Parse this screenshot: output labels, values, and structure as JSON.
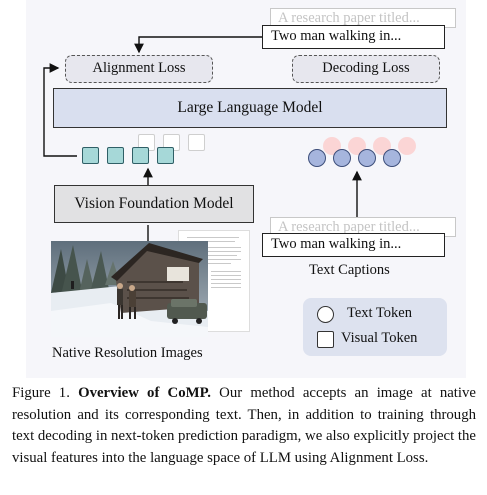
{
  "figure": {
    "ghost_caption_top": "A research paper titled...",
    "caption_top": "Two man walking in...",
    "alignment_loss": "Alignment Loss",
    "decoding_loss": "Decoding Loss",
    "llm": "Large Language Model",
    "vision_model": "Vision Foundation Model",
    "text_captions": "Text Captions",
    "ghost_caption_bottom": "A research paper titled...",
    "caption_bottom": "Two man walking in...",
    "native_images": "Native Resolution Images",
    "legend": {
      "text_token": "Text Token",
      "visual_token": "Visual Token"
    },
    "colors": {
      "visual_token": "#a6d8d8",
      "text_token": "#a6b5dd",
      "llm": "#d9dfef"
    }
  },
  "caption": {
    "prefix": "Figure 1.",
    "title": "Overview of CoMP",
    "body": "Our method accepts an image at native resolution and its corresponding text. Then, in addition to training through text decoding in next-token prediction paradigm, we also explicitly project the visual features into the language space of LLM using Alignment Loss."
  }
}
